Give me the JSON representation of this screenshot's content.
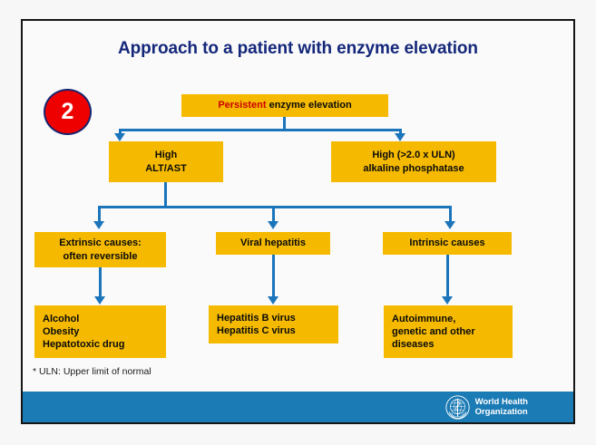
{
  "slide": {
    "title": "Approach to a patient with enzyme elevation",
    "step_number": "2",
    "footnote": "* ULN: Upper limit of normal"
  },
  "colors": {
    "box_fill": "#f5ba00",
    "connector": "#1b75bb",
    "title_text": "#14277a",
    "badge_fill": "#ee0000",
    "badge_border": "#16256e",
    "accent_red": "#cc0000",
    "footer_band": "#1b7bb5",
    "slide_bg": "#fafafa",
    "frame_border": "#151515"
  },
  "flow": {
    "root": {
      "id": "persistent",
      "lines": [
        {
          "text": "Persistent",
          "style": "accent-red"
        },
        {
          "text": " enzyme elevation",
          "style": "normal"
        }
      ],
      "plain": "Persistent enzyme elevation"
    },
    "level2": [
      {
        "id": "high-alt",
        "lines": [
          "High",
          "ALT/AST"
        ]
      },
      {
        "id": "high-alp",
        "lines": [
          "High (>2.0 x ULN)",
          "alkaline phosphatase"
        ]
      }
    ],
    "level3": [
      {
        "id": "extrinsic",
        "lines": [
          "Extrinsic causes:",
          "often reversible"
        ]
      },
      {
        "id": "viral",
        "lines": [
          "Viral hepatitis"
        ]
      },
      {
        "id": "intrinsic",
        "lines": [
          "Intrinsic causes"
        ]
      }
    ],
    "level4": [
      {
        "id": "alcohol",
        "lines": [
          "Alcohol",
          "Obesity",
          "Hepatotoxic drug"
        ]
      },
      {
        "id": "hepbc",
        "lines": [
          "Hepatitis B virus",
          "Hepatitis C virus"
        ]
      },
      {
        "id": "autoimmune",
        "lines": [
          "Autoimmune,",
          "genetic and other",
          "diseases"
        ]
      }
    ]
  },
  "footer": {
    "logo_name": "who-emblem-icon",
    "org_line1": "World Health",
    "org_line2": "Organization"
  }
}
